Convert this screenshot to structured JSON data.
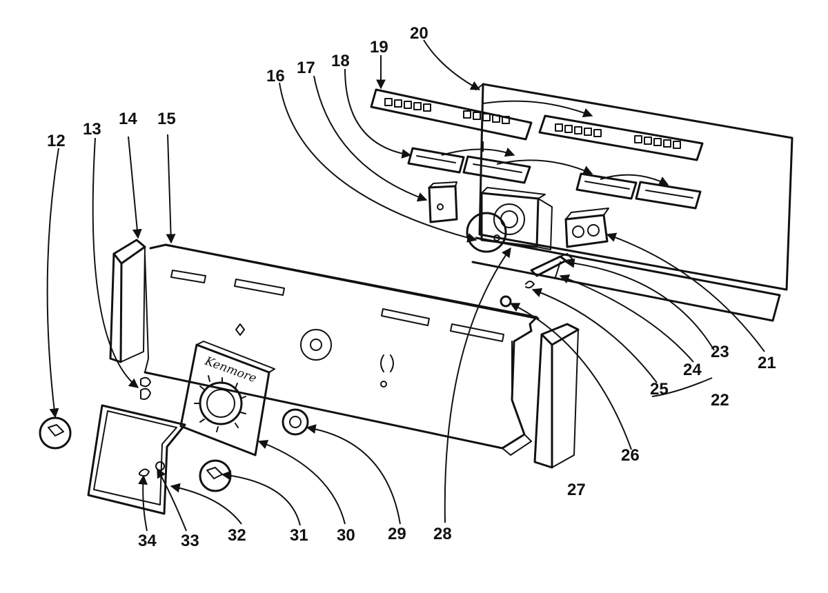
{
  "brand": "Kenmore",
  "labels": {
    "l12": "12",
    "l13": "13",
    "l14": "14",
    "l15": "15",
    "l16": "16",
    "l17": "17",
    "l18": "18",
    "l19": "19",
    "l20": "20",
    "l21": "21",
    "l22": "22",
    "l23": "23",
    "l24": "24",
    "l25": "25",
    "l26": "26",
    "l27": "27",
    "l28": "28",
    "l29": "29",
    "l30": "30",
    "l31": "31",
    "l32": "32",
    "l33": "33",
    "l34": "34"
  }
}
